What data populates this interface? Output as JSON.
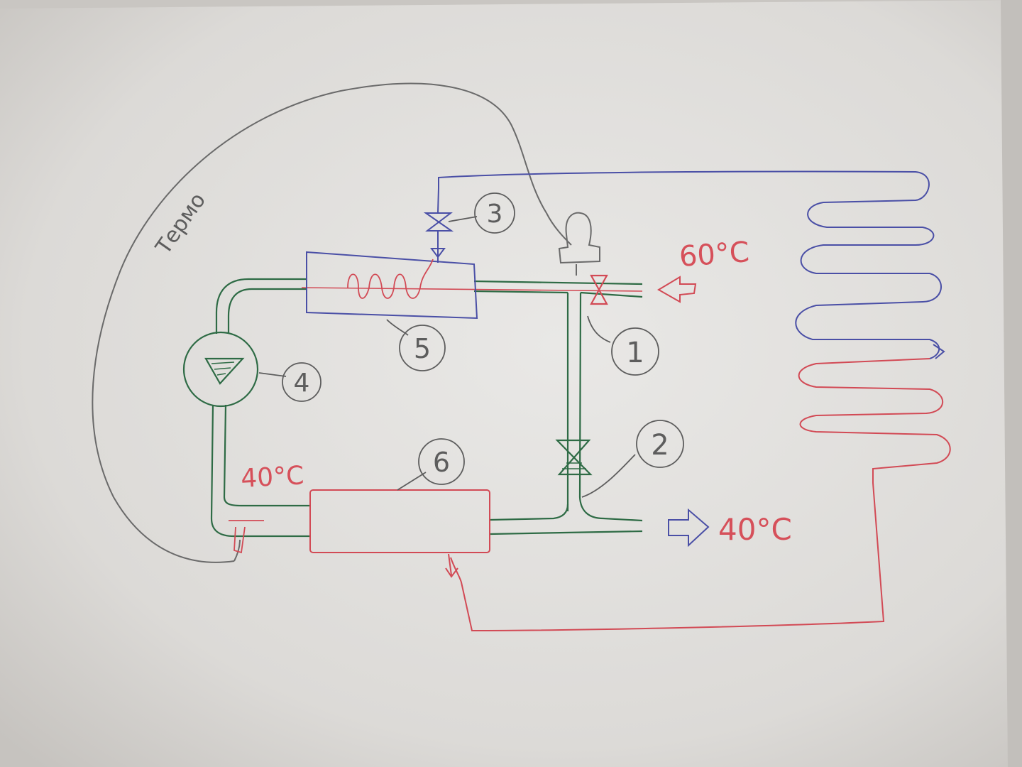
{
  "labels": {
    "termo": "Термо",
    "hot_temp": "60°C",
    "cold_temp_left": "40°C",
    "cold_temp_right": "40°C"
  },
  "components": [
    {
      "id": "valve-1",
      "number": "1"
    },
    {
      "id": "valve-2",
      "number": "2"
    },
    {
      "id": "valve-3",
      "number": "3"
    },
    {
      "id": "pump-4",
      "number": "4"
    },
    {
      "id": "heat-exchanger-5",
      "number": "5"
    },
    {
      "id": "tank-6",
      "number": "6"
    }
  ],
  "colors": {
    "paper": "#e4e2df",
    "green_pipe": "#2e6b45",
    "red_pipe": "#d24a55",
    "blue_pipe": "#4a4fa6",
    "pencil": "#5d5d5d",
    "red_text": "#d6505a"
  }
}
